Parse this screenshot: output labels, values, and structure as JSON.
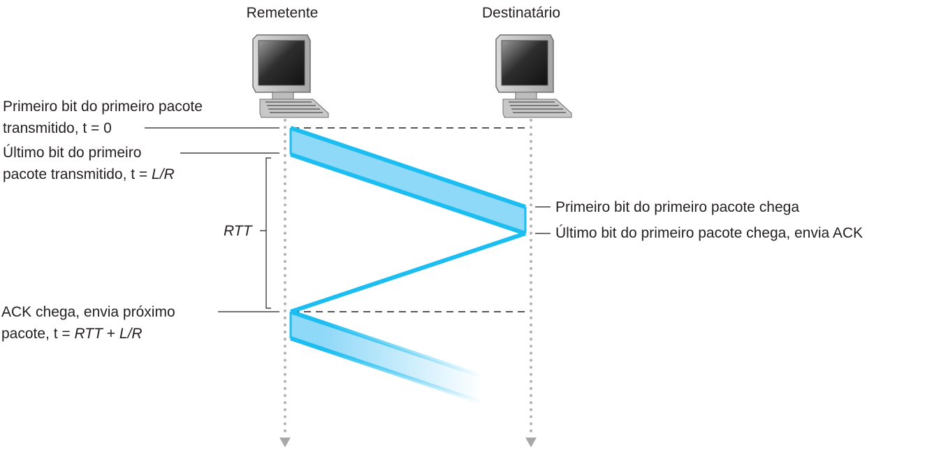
{
  "hosts": {
    "sender": "Remetente",
    "receiver": "Destinatário"
  },
  "labels": {
    "first_bit_sent": {
      "line1": "Primeiro bit do primeiro pacote",
      "line2": "transmitido, t = 0"
    },
    "last_bit_sent": {
      "line1": "Último bit do primeiro",
      "line2_prefix": "pacote transmitido, t = ",
      "line2_italic": "L/R"
    },
    "rtt": "RTT",
    "ack_arrives": {
      "line1": "ACK chega, envia próximo",
      "line2_prefix": "pacote, t = ",
      "line2_italic_1": "RTT",
      "line2_plus": " + ",
      "line2_italic_2": "L/R"
    },
    "first_bit_arrives": "Primeiro bit do primeiro pacote chega",
    "last_bit_arrives": "Último bit do primeiro pacote chega, envia ACK"
  },
  "colors": {
    "packet_fill": "#8ed8f8",
    "packet_edge": "#1cbdf0",
    "timeline": "#b3b3b3",
    "leader": "#231f20"
  }
}
